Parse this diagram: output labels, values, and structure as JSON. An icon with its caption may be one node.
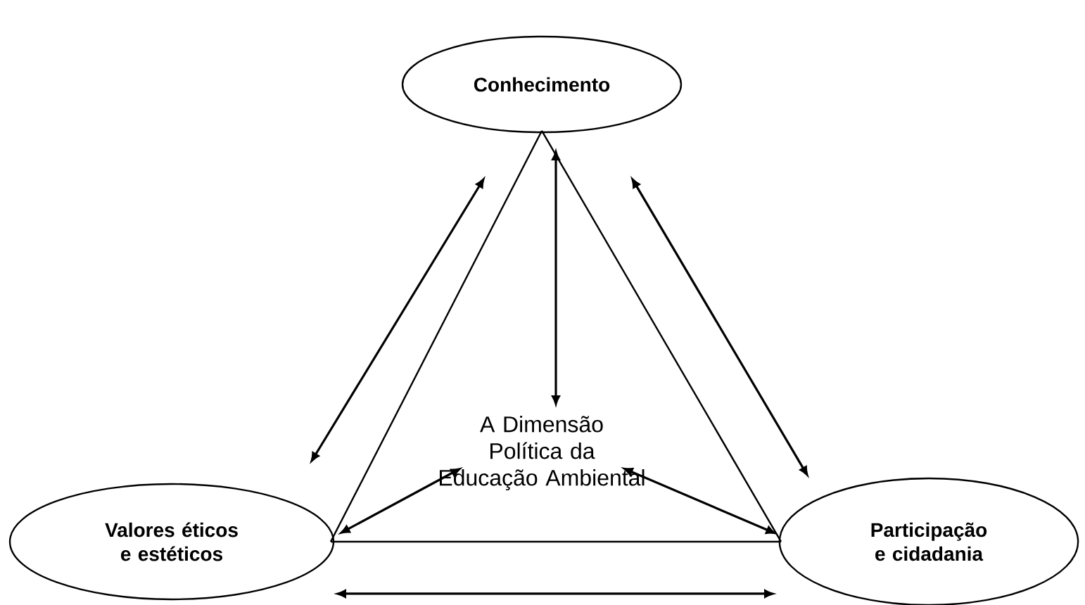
{
  "diagram": {
    "nodes": [
      {
        "text": [
          "Conhecimento"
        ]
      },
      {
        "text": [
          "Valores éticos e estéticos"
        ]
      },
      {
        "text": [
          "Participação e cidadania"
        ]
      },
      {
        "text": [
          "A Dimensão Política da Educação Ambiental"
        ]
      }
    ],
    "edges": [
      {
        "from": 0,
        "to": 1,
        "arrow": "none"
      },
      {
        "from": 0,
        "to": 2,
        "arrow": "none"
      },
      {
        "from": 1,
        "to": 2,
        "arrow": "none"
      },
      {
        "from": 0,
        "to": 1,
        "arrow": "both"
      },
      {
        "from": 0,
        "to": 2,
        "arrow": "both"
      },
      {
        "from": 1,
        "to": 2,
        "arrow": "both"
      },
      {
        "from": 0,
        "to": 3,
        "arrow": "both"
      },
      {
        "from": 3,
        "to": 1,
        "arrow": "both"
      },
      {
        "from": 3,
        "to": 2,
        "arrow": "both"
      }
    ]
  }
}
